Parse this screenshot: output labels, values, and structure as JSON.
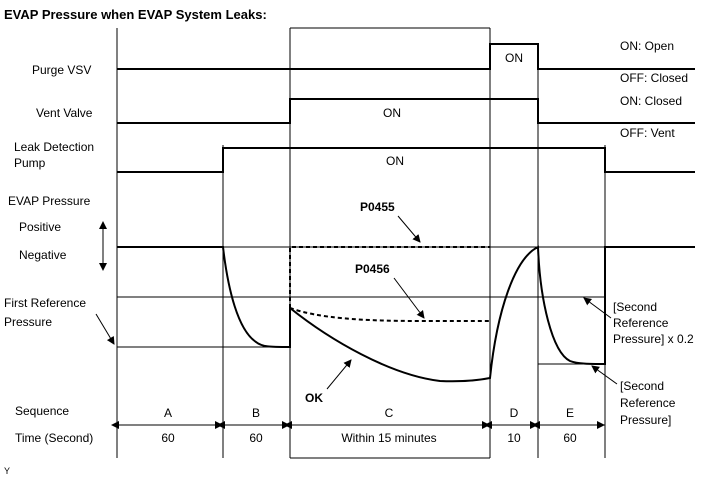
{
  "title": "EVAP Pressure when EVAP System Leaks:",
  "signals": {
    "purge_vsv": {
      "label": "Purge VSV",
      "on_label": "ON",
      "state_on": "ON: Open",
      "state_off": "OFF: Closed"
    },
    "vent_valve": {
      "label": "Vent Valve",
      "on_label": "ON",
      "state_on": "ON: Closed",
      "state_off": "OFF: Vent"
    },
    "leak_pump": {
      "label_line1": "Leak Detection",
      "label_line2": "Pump",
      "on_label": "ON"
    }
  },
  "pressure": {
    "label": "EVAP Pressure",
    "positive": "Positive",
    "negative": "Negative",
    "first_ref_line1": "First Reference",
    "first_ref_line2": "Pressure",
    "second_ref_x02_line1": "[Second",
    "second_ref_x02_line2": "Reference",
    "second_ref_x02_line3": "Pressure] x 0.2",
    "second_ref_line1": "[Second",
    "second_ref_line2": "Reference",
    "second_ref_line3": "Pressure]",
    "dtc_p0455": "P0455",
    "dtc_p0456": "P0456",
    "ok": "OK"
  },
  "sequence": {
    "row_label": "Sequence",
    "time_label": "Time (Second)",
    "steps": [
      {
        "name": "A",
        "time": "60"
      },
      {
        "name": "B",
        "time": "60"
      },
      {
        "name": "C",
        "time": "Within 15 minutes"
      },
      {
        "name": "D",
        "time": "10"
      },
      {
        "name": "E",
        "time": "60"
      }
    ]
  },
  "corner_mark": "Y"
}
